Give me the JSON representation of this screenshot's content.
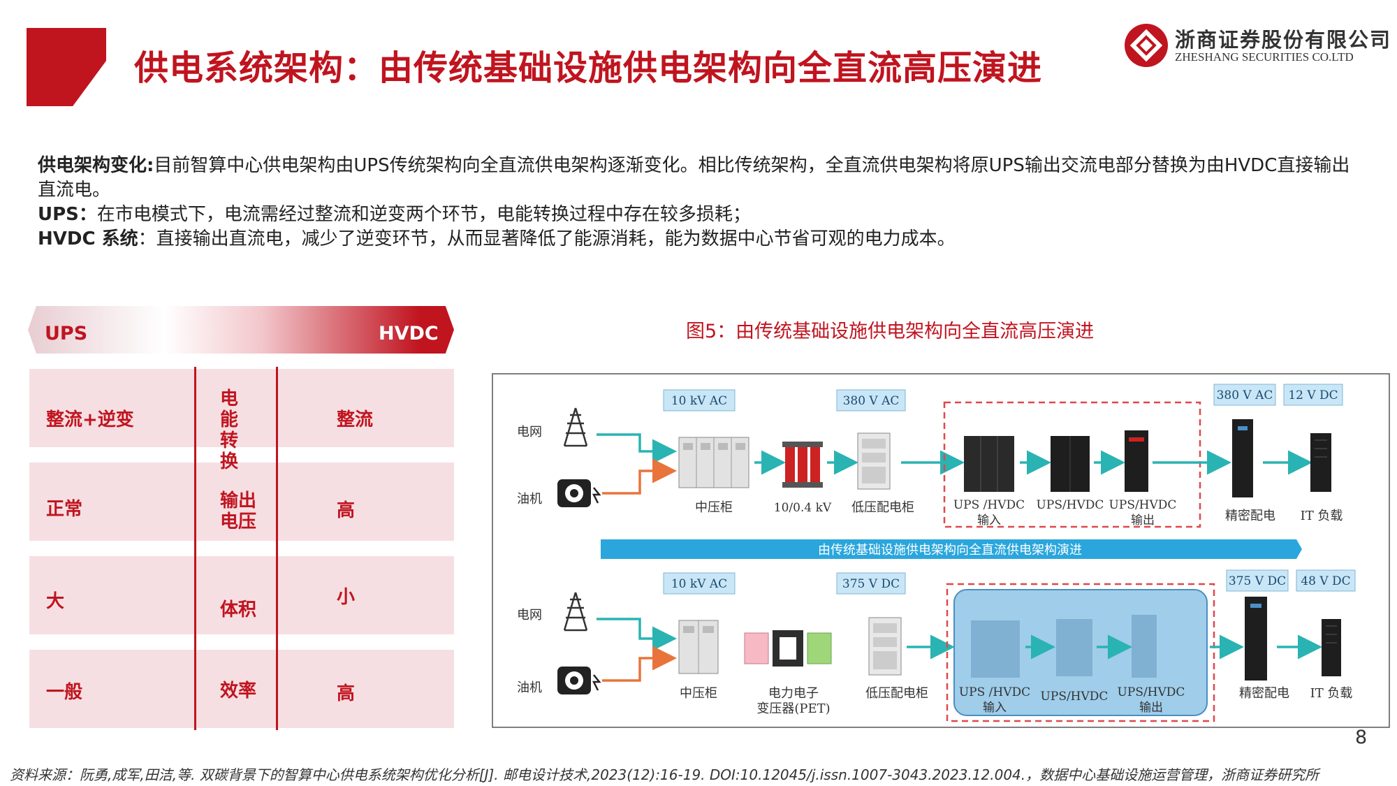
{
  "header": {
    "title": "供电系统架构：由传统基础设施供电架构向全直流高压演进",
    "logo_cn": "浙商证券股份有限公司",
    "logo_en": "ZHESHANG SECURITIES CO.LTD"
  },
  "intro": {
    "p1_key": "供电架构变化:",
    "p1_text": "目前智算中心供电架构由UPS传统架构向全直流供电架构逐渐变化。相比传统架构，全直流供电架构将原UPS输出交流电部分替换为由HVDC直接输出直流电。",
    "p2_key": "UPS：",
    "p2_text": "在市电模式下，电流需经过整流和逆变两个环节，电能转换过程中存在较多损耗；",
    "p3_key": "HVDC 系统",
    "p3_text": "：直接输出直流电，减少了逆变环节，从而显著降低了能源消耗，能为数据中心节省可观的电力成本。"
  },
  "comparison": {
    "left_label": "UPS",
    "right_label": "HVDC",
    "rows": [
      {
        "ups": "整流+逆变",
        "item": "电能转换",
        "hvdc": "整流"
      },
      {
        "ups": "正常",
        "item": "输出电压",
        "hvdc": "高"
      },
      {
        "ups": "大",
        "item": "体积",
        "hvdc": "小"
      },
      {
        "ups": "一般",
        "item": "效率",
        "hvdc": "高"
      }
    ]
  },
  "figure": {
    "caption": "图5：由传统基础设施供电架构向全直流高压演进",
    "middle_banner": "由传统基础设施供电架构向全直流供电架构演进",
    "colors": {
      "accent": "#c0141f",
      "teal": "#2ab3b3",
      "orange": "#e8743b",
      "tag": "#c9e6f7",
      "blue_box": "#9fcdea"
    },
    "top": {
      "source_grid": "电网",
      "source_gen": "油机",
      "tag1": "10 kV AC",
      "tag2": "380 V AC",
      "tag3": "380 V AC",
      "tag4": "12 V DC",
      "mv_cabinet": "中压柜",
      "transformer": "10/0.4 kV",
      "lv_cabinet": "低压配电柜",
      "ups_in_l1": "UPS /HVDC",
      "ups_in_l2": "输入",
      "ups_mid": "UPS/HVDC",
      "ups_out_l1": "UPS/HVDC",
      "ups_out_l2": "输出",
      "precision": "精密配电",
      "it_load": "IT 负载"
    },
    "bottom": {
      "source_grid": "电网",
      "source_gen": "油机",
      "tag1": "10 kV AC",
      "tag2": "375 V DC",
      "tag3": "375 V DC",
      "tag4": "48 V DC",
      "mv_cabinet": "中压柜",
      "pet_l1": "电力电子",
      "pet_l2": "变压器(PET)",
      "lv_cabinet": "低压配电柜",
      "ups_in_l1": "UPS /HVDC",
      "ups_in_l2": "输入",
      "ups_mid": "UPS/HVDC",
      "ups_out_l1": "UPS/HVDC",
      "ups_out_l2": "输出",
      "precision": "精密配电",
      "it_load": "IT 负载"
    }
  },
  "footer": {
    "page_number": "8",
    "source": "资料来源：阮勇,成军,田洁,等. 双碳背景下的智算中心供电系统架构优化分析[J]. 邮电设计技术,2023(12):16-19. DOI:10.12045/j.issn.1007-3043.2023.12.004.，数据中心基础设施运营管理，浙商证券研究所"
  }
}
